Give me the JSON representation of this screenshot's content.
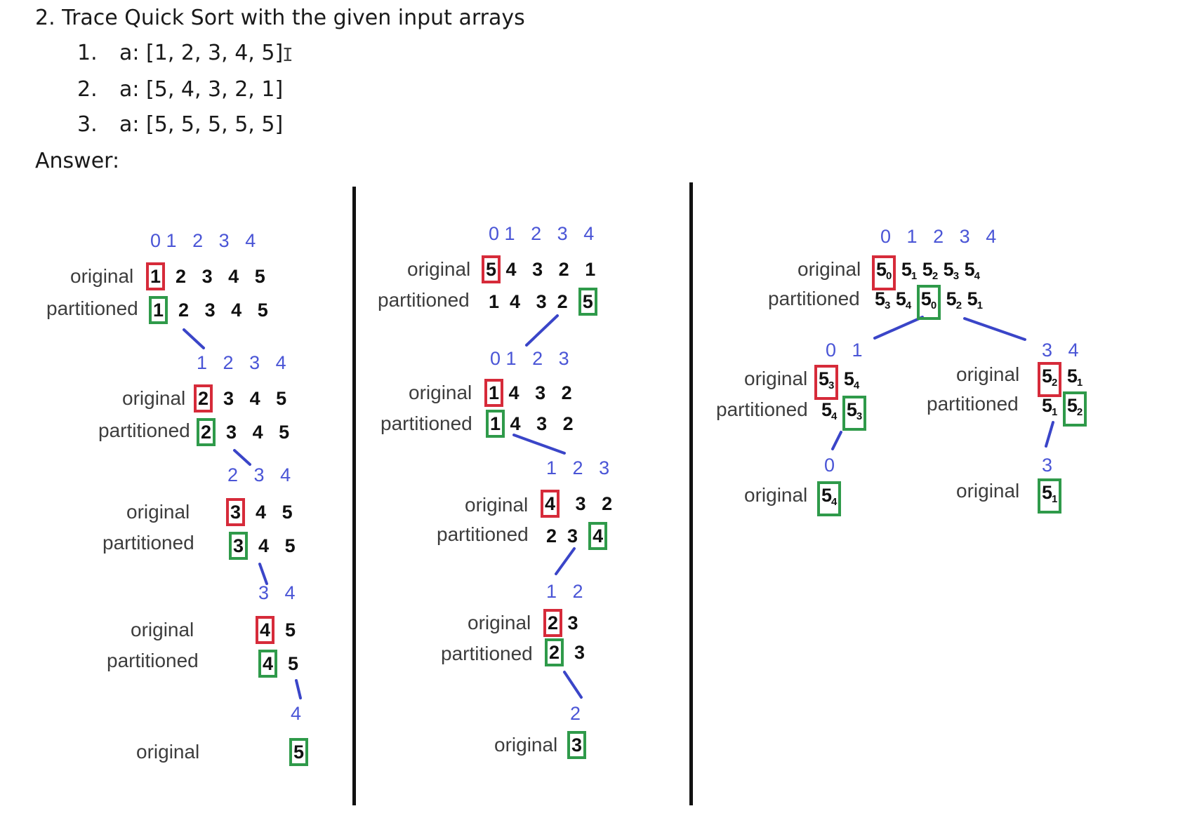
{
  "header": {
    "question": "2. Trace Quick Sort with the given input arrays",
    "items": [
      {
        "num": "1.",
        "text": "a: [1, 2, 3, 4, 5]"
      },
      {
        "num": "2.",
        "text": "a: [5, 4, 3, 2, 1]"
      },
      {
        "num": "3.",
        "text": "a: [5, 5, 5, 5, 5]"
      }
    ],
    "answer_label": "Answer:"
  },
  "labels": {
    "original": "original",
    "partitioned": "partitioned"
  },
  "colors": {
    "pivot_original": "#d62b3a",
    "pivot_final": "#2f9a4a",
    "index": "#4a55d6",
    "connector": "#3a45c8"
  },
  "trace1": {
    "steps": [
      {
        "indices": [
          "0",
          "1",
          "2",
          "3",
          "4"
        ],
        "original": [
          "1",
          "2",
          "3",
          "4",
          "5"
        ],
        "partitioned": [
          "1",
          "2",
          "3",
          "4",
          "5"
        ]
      },
      {
        "indices": [
          "1",
          "2",
          "3",
          "4"
        ],
        "original": [
          "2",
          "3",
          "4",
          "5"
        ],
        "partitioned": [
          "2",
          "3",
          "4",
          "5"
        ]
      },
      {
        "indices": [
          "2",
          "3",
          "4"
        ],
        "original": [
          "3",
          "4",
          "5"
        ],
        "partitioned": [
          "3",
          "4",
          "5"
        ]
      },
      {
        "indices": [
          "3",
          "4"
        ],
        "original": [
          "4",
          "5"
        ],
        "partitioned": [
          "4",
          "5"
        ]
      },
      {
        "indices": [
          "4"
        ],
        "original": [
          "5"
        ]
      }
    ]
  },
  "trace2": {
    "steps": [
      {
        "indices": [
          "0",
          "1",
          "2",
          "3",
          "4"
        ],
        "original": [
          "5",
          "4",
          "3",
          "2",
          "1"
        ],
        "partitioned": [
          "1",
          "4",
          "3",
          "2",
          "5"
        ]
      },
      {
        "indices": [
          "0",
          "1",
          "2",
          "3"
        ],
        "original": [
          "1",
          "4",
          "3",
          "2"
        ],
        "partitioned": [
          "1",
          "4",
          "3",
          "2"
        ]
      },
      {
        "indices": [
          "1",
          "2",
          "3"
        ],
        "original": [
          "4",
          "3",
          "2"
        ],
        "partitioned": [
          "2",
          "3",
          "4"
        ]
      },
      {
        "indices": [
          "1",
          "2"
        ],
        "original": [
          "2",
          "3"
        ],
        "partitioned": [
          "2",
          "3"
        ]
      },
      {
        "indices": [
          "2"
        ],
        "original": [
          "3"
        ]
      }
    ]
  },
  "trace3": {
    "root": {
      "indices": [
        "0",
        "1",
        "2",
        "3",
        "4"
      ],
      "original": [
        {
          "v": "5",
          "s": "0"
        },
        {
          "v": "5",
          "s": "1"
        },
        {
          "v": "5",
          "s": "2"
        },
        {
          "v": "5",
          "s": "3"
        },
        {
          "v": "5",
          "s": "4"
        }
      ],
      "partitioned": [
        {
          "v": "5",
          "s": "3"
        },
        {
          "v": "5",
          "s": "4"
        },
        {
          "v": "5",
          "s": "0"
        },
        {
          "v": "5",
          "s": "2"
        },
        {
          "v": "5",
          "s": "1"
        }
      ]
    },
    "left": {
      "indices": [
        "0",
        "1"
      ],
      "original": [
        {
          "v": "5",
          "s": "3"
        },
        {
          "v": "5",
          "s": "4"
        }
      ],
      "partitioned": [
        {
          "v": "5",
          "s": "4"
        },
        {
          "v": "5",
          "s": "3"
        }
      ]
    },
    "right": {
      "indices": [
        "3",
        "4"
      ],
      "original": [
        {
          "v": "5",
          "s": "2"
        },
        {
          "v": "5",
          "s": "1"
        }
      ],
      "partitioned": [
        {
          "v": "5",
          "s": "1"
        },
        {
          "v": "5",
          "s": "2"
        }
      ]
    },
    "left_leaf": {
      "indices": [
        "0"
      ],
      "original": [
        {
          "v": "5",
          "s": "4"
        }
      ]
    },
    "right_leaf": {
      "indices": [
        "3"
      ],
      "original": [
        {
          "v": "5",
          "s": "1"
        }
      ]
    }
  }
}
